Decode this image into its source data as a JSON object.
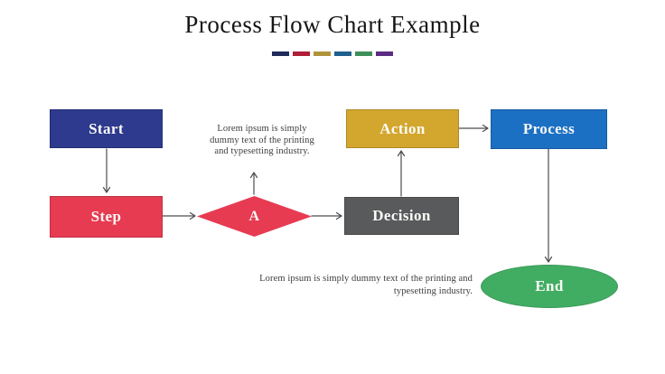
{
  "title": "Process Flow Chart Example",
  "divider": {
    "colors": [
      "#1f2a5a",
      "#b01f37",
      "#b0943c",
      "#20608f",
      "#3e8f58",
      "#5c2b82"
    ]
  },
  "nodes": {
    "start": {
      "label": "Start",
      "color": "#2d3a8d",
      "shape": "rectangle"
    },
    "step": {
      "label": "Step",
      "color": "#e73b52",
      "shape": "rectangle"
    },
    "decision_a": {
      "label": "A",
      "color": "#e73b52",
      "shape": "diamond"
    },
    "decision": {
      "label": "Decision",
      "color": "#595a5c",
      "shape": "rectangle"
    },
    "action": {
      "label": "Action",
      "color": "#d3a62d",
      "shape": "rectangle"
    },
    "process": {
      "label": "Process",
      "color": "#1c70c4",
      "shape": "rectangle"
    },
    "end": {
      "label": "End",
      "color": "#41ad63",
      "shape": "ellipse"
    }
  },
  "edges": [
    {
      "from": "start",
      "to": "step"
    },
    {
      "from": "step",
      "to": "decision_a"
    },
    {
      "from": "decision_a",
      "to": "decision"
    },
    {
      "from": "decision_a",
      "to": "note1"
    },
    {
      "from": "decision",
      "to": "action"
    },
    {
      "from": "action",
      "to": "process"
    },
    {
      "from": "process",
      "to": "end"
    }
  ],
  "annotations": {
    "note1": {
      "lines": [
        "Lorem ipsum is simply",
        "dummy text of the printing",
        "and typesetting industry."
      ]
    },
    "note2": {
      "lines": [
        "Lorem ipsum is simply dummy text of the printing and",
        "typesetting industry."
      ]
    }
  },
  "arrow_color": "#4d4d4d"
}
